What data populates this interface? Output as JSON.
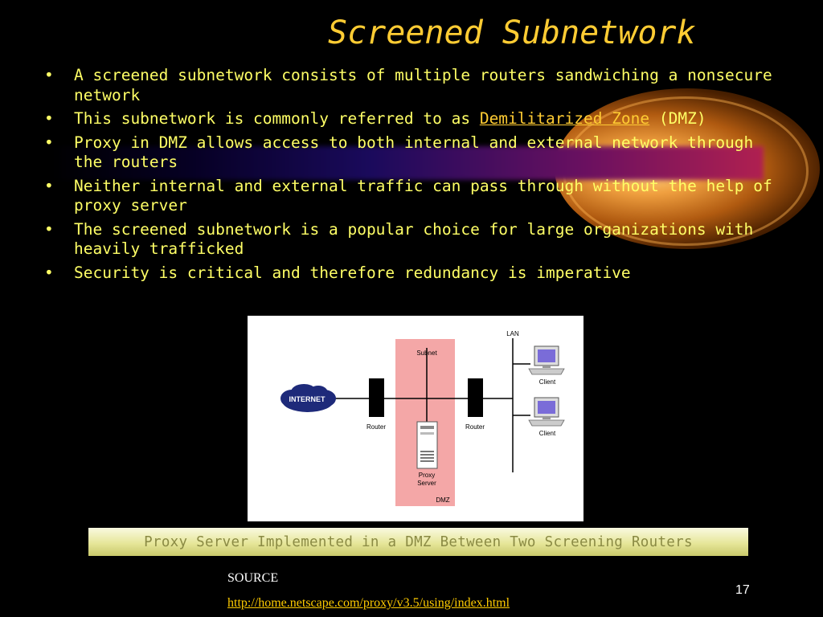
{
  "slide": {
    "title": "Screened Subnetwork",
    "bullets": [
      {
        "text": "A screened subnetwork consists of multiple routers sandwiching a nonsecure network"
      },
      {
        "text_before": "This subnetwork is commonly referred to as ",
        "link": "Demilitarized Zone",
        "text_after": " (DMZ)"
      },
      {
        "text": "Proxy in DMZ allows access to both internal and external network through the routers"
      },
      {
        "text": "Neither internal and external traffic can pass through without the help of proxy server"
      },
      {
        "text": "The screened subnetwork is a popular choice for large organizations with heavily trafficked"
      },
      {
        "text": "Security is critical and therefore redundancy is imperative"
      }
    ],
    "bullet_glyph": "•",
    "diagram": {
      "internet": "INTERNET",
      "router_left": "Router",
      "router_right": "Router",
      "subnet": "Subnet",
      "proxy_line1": "Proxy",
      "proxy_line2": "Server",
      "dmz": "DMZ",
      "lan": "LAN",
      "client_top": "Client",
      "client_bottom": "Client"
    },
    "caption": "Proxy Server Implemented in a DMZ Between Two Screening Routers",
    "source_label": "SOURCE",
    "source_url": "http://home.netscape.com/proxy/v3.5/using/index.html",
    "page_number": "17",
    "colors": {
      "background": "#000000",
      "title": "#ffcc33",
      "bullet_text": "#ffff66",
      "dmz_zone": "#f4a7a7",
      "caption_text": "#8a8a44",
      "link": "#ffcc00"
    }
  }
}
